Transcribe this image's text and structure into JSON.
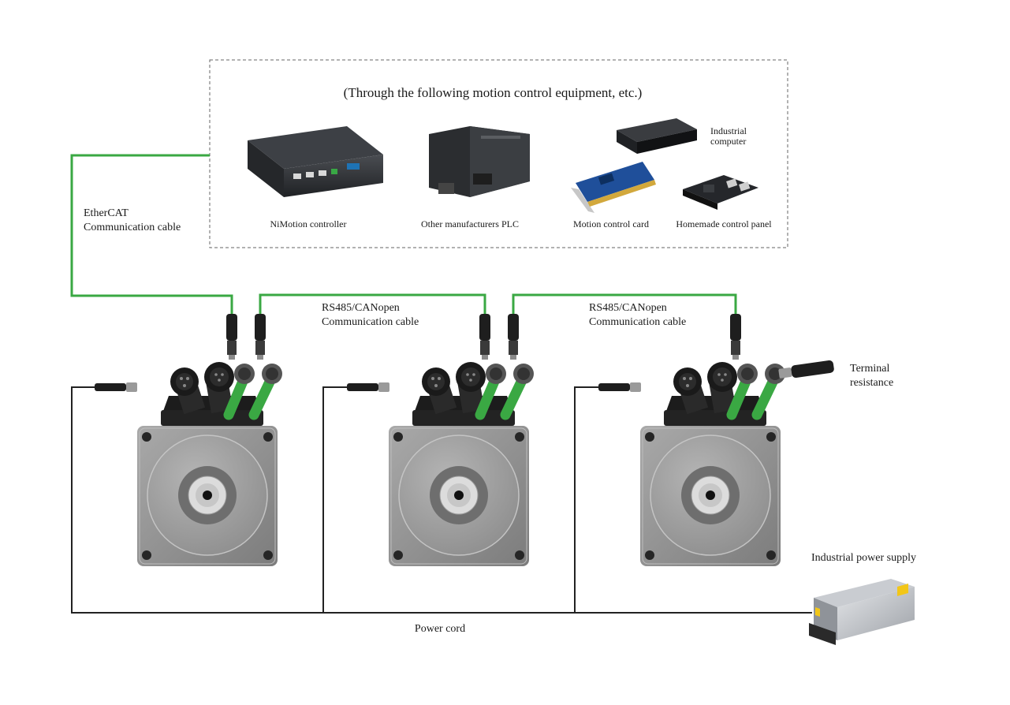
{
  "header_text": "(Through the following motion control equipment, etc.)",
  "devices": {
    "nimotion_controller": "NiMotion controller",
    "plc": "Other manufacturers PLC",
    "industrial_computer_line1": "Industrial",
    "industrial_computer_line2": "computer",
    "motion_card": "Motion control card",
    "control_panel": "Homemade control panel"
  },
  "cables": {
    "ethercat_line1": "EtherCAT",
    "ethercat_line2": "Communication cable",
    "rs485_1_line1": "RS485/CANopen",
    "rs485_1_line2": "Communication cable",
    "rs485_2_line1": "RS485/CANopen",
    "rs485_2_line2": "Communication cable",
    "power_cord": "Power cord"
  },
  "terminal_line1": "Terminal",
  "terminal_line2": "resistance",
  "power_supply": "Industrial power supply",
  "colors": {
    "comm_cable": "#3aa843",
    "power_cable": "#222222",
    "motor_body": "#8e8e8e",
    "motor_dark": "#1c1c1c"
  }
}
